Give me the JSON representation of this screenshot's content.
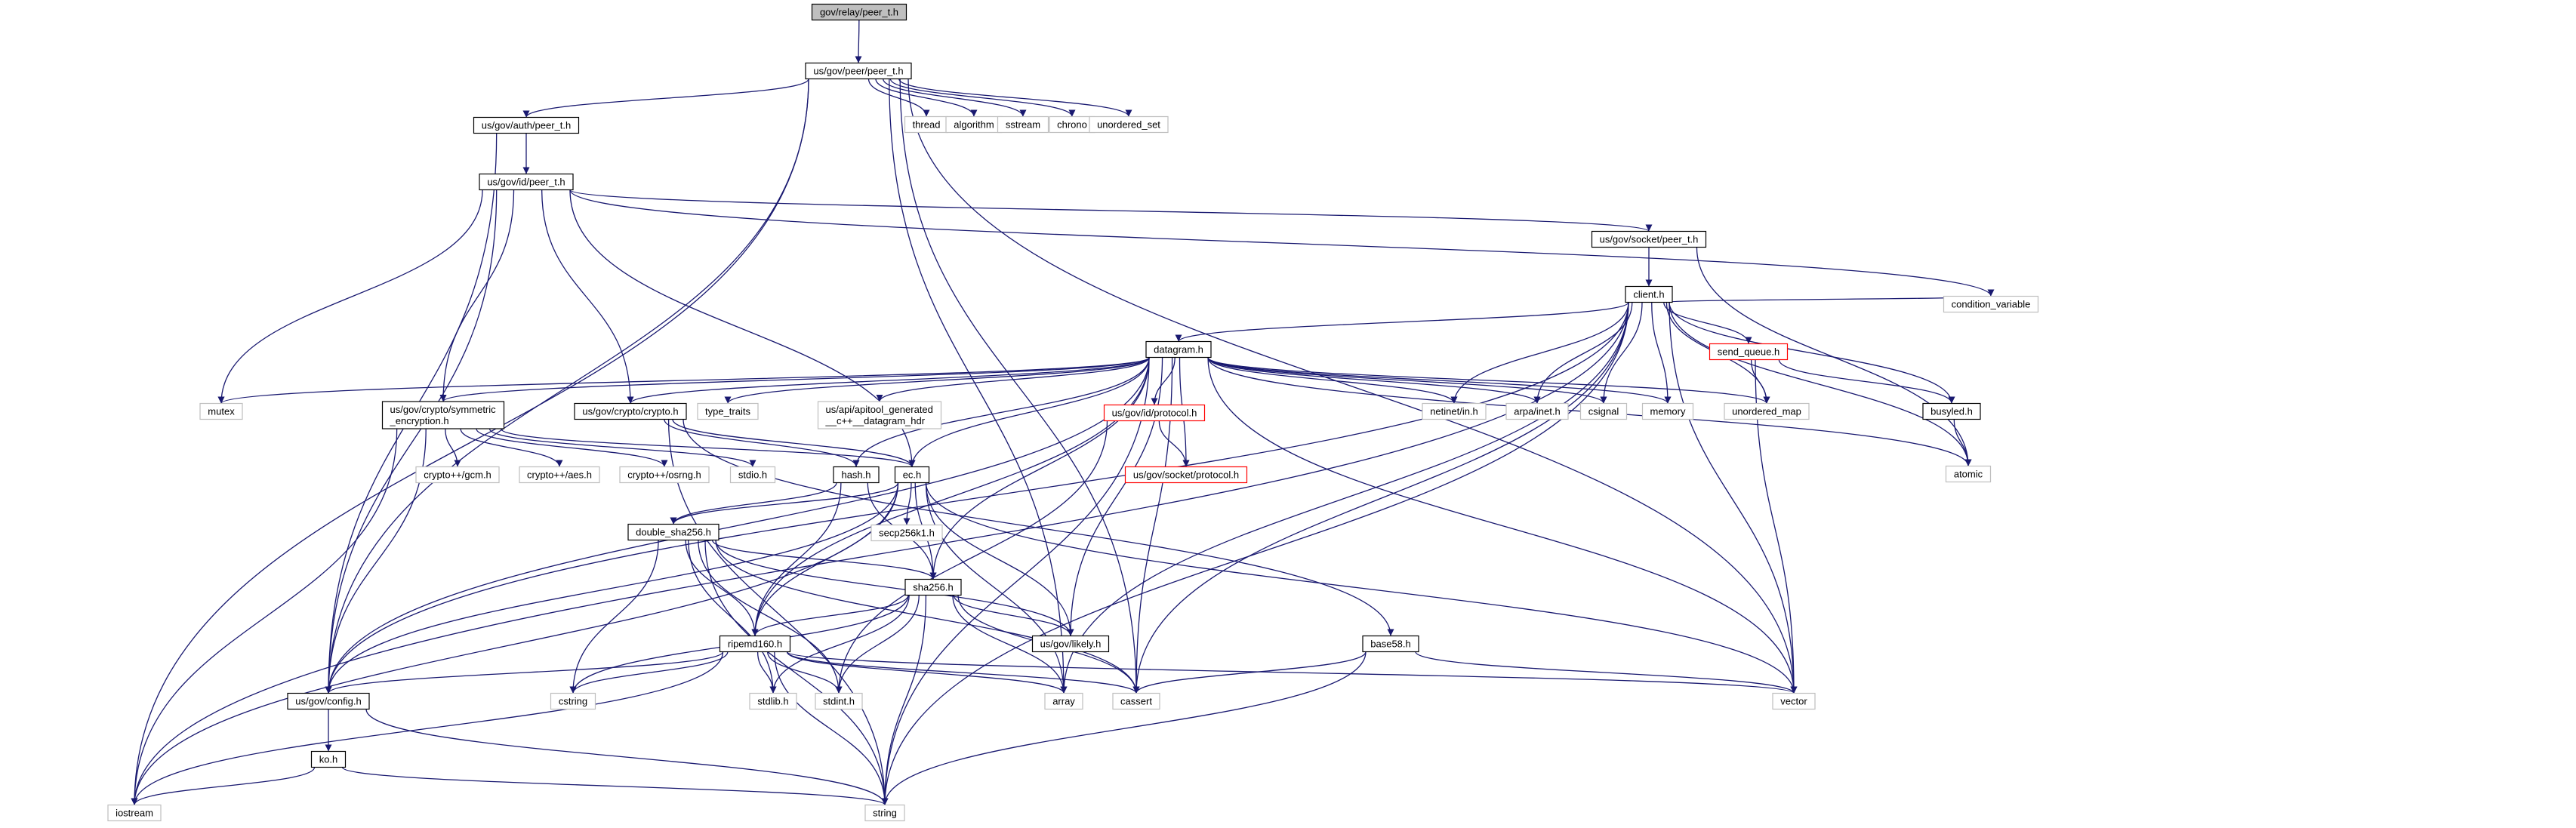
{
  "colors": {
    "edge": "#191970",
    "node_border": "#000000",
    "node_border_external": "#bfbfbf",
    "node_border_truncated": "#ff0000",
    "node_fill": "#ffffff",
    "root_fill": "#bfbfbf",
    "text": "#000000"
  },
  "nodes": [
    {
      "id": "root",
      "label": "gov/relay/peer_t.h",
      "kind": "root"
    },
    {
      "id": "peer",
      "label": "us/gov/peer/peer_t.h",
      "kind": "normal"
    },
    {
      "id": "thread",
      "label": "thread",
      "kind": "external"
    },
    {
      "id": "algorithm",
      "label": "algorithm",
      "kind": "external"
    },
    {
      "id": "sstream",
      "label": "sstream",
      "kind": "external"
    },
    {
      "id": "chrono",
      "label": "chrono",
      "kind": "external"
    },
    {
      "id": "unordered_set",
      "label": "unordered_set",
      "kind": "external"
    },
    {
      "id": "auth",
      "label": "us/gov/auth/peer_t.h",
      "kind": "normal"
    },
    {
      "id": "id",
      "label": "us/gov/id/peer_t.h",
      "kind": "normal"
    },
    {
      "id": "socket",
      "label": "us/gov/socket/peer_t.h",
      "kind": "normal"
    },
    {
      "id": "client",
      "label": "client.h",
      "kind": "normal"
    },
    {
      "id": "condvar",
      "label": "condition_variable",
      "kind": "external"
    },
    {
      "id": "datagram",
      "label": "datagram.h",
      "kind": "normal"
    },
    {
      "id": "send_queue",
      "label": "send_queue.h",
      "kind": "truncated"
    },
    {
      "id": "mutex",
      "label": "mutex",
      "kind": "external"
    },
    {
      "id": "symenc",
      "label": "us/gov/crypto/symmetric\n_encryption.h",
      "kind": "normal"
    },
    {
      "id": "crypto",
      "label": "us/gov/crypto/crypto.h",
      "kind": "normal"
    },
    {
      "id": "type_traits",
      "label": "type_traits",
      "kind": "external"
    },
    {
      "id": "apitool",
      "label": "us/api/apitool_generated\n__c++__datagram_hdr",
      "kind": "external"
    },
    {
      "id": "protocol_id",
      "label": "us/gov/id/protocol.h",
      "kind": "truncated"
    },
    {
      "id": "netinet",
      "label": "netinet/in.h",
      "kind": "external"
    },
    {
      "id": "arpa",
      "label": "arpa/inet.h",
      "kind": "external"
    },
    {
      "id": "csignal",
      "label": "csignal",
      "kind": "external"
    },
    {
      "id": "memory",
      "label": "memory",
      "kind": "external"
    },
    {
      "id": "unordered_map",
      "label": "unordered_map",
      "kind": "external"
    },
    {
      "id": "busyled",
      "label": "busyled.h",
      "kind": "normal"
    },
    {
      "id": "atomic",
      "label": "atomic",
      "kind": "external"
    },
    {
      "id": "gcm",
      "label": "crypto++/gcm.h",
      "kind": "external"
    },
    {
      "id": "aes",
      "label": "crypto++/aes.h",
      "kind": "external"
    },
    {
      "id": "osrng",
      "label": "crypto++/osrng.h",
      "kind": "external"
    },
    {
      "id": "stdio",
      "label": "stdio.h",
      "kind": "external"
    },
    {
      "id": "hash",
      "label": "hash.h",
      "kind": "normal"
    },
    {
      "id": "ec",
      "label": "ec.h",
      "kind": "normal"
    },
    {
      "id": "protocol_socket",
      "label": "us/gov/socket/protocol.h",
      "kind": "truncated"
    },
    {
      "id": "secp",
      "label": "secp256k1.h",
      "kind": "external"
    },
    {
      "id": "dsha",
      "label": "double_sha256.h",
      "kind": "normal"
    },
    {
      "id": "sha256",
      "label": "sha256.h",
      "kind": "normal"
    },
    {
      "id": "likely",
      "label": "us/gov/likely.h",
      "kind": "normal"
    },
    {
      "id": "ripemd",
      "label": "ripemd160.h",
      "kind": "normal"
    },
    {
      "id": "base58",
      "label": "base58.h",
      "kind": "normal"
    },
    {
      "id": "config",
      "label": "us/gov/config.h",
      "kind": "normal"
    },
    {
      "id": "cstring",
      "label": "cstring",
      "kind": "external"
    },
    {
      "id": "stdlib",
      "label": "stdlib.h",
      "kind": "external"
    },
    {
      "id": "stdint",
      "label": "stdint.h",
      "kind": "external"
    },
    {
      "id": "array",
      "label": "array",
      "kind": "external"
    },
    {
      "id": "cassert",
      "label": "cassert",
      "kind": "external"
    },
    {
      "id": "vector",
      "label": "vector",
      "kind": "external"
    },
    {
      "id": "ko",
      "label": "ko.h",
      "kind": "normal"
    },
    {
      "id": "iostream",
      "label": "iostream",
      "kind": "external"
    },
    {
      "id": "string",
      "label": "string",
      "kind": "external"
    }
  ],
  "edges": [
    [
      "root",
      "peer"
    ],
    [
      "peer",
      "thread"
    ],
    [
      "peer",
      "algorithm"
    ],
    [
      "peer",
      "sstream"
    ],
    [
      "peer",
      "chrono"
    ],
    [
      "peer",
      "unordered_set"
    ],
    [
      "peer",
      "auth"
    ],
    [
      "peer",
      "iostream"
    ],
    [
      "peer",
      "config"
    ],
    [
      "peer",
      "array"
    ],
    [
      "peer",
      "cassert"
    ],
    [
      "peer",
      "vector"
    ],
    [
      "auth",
      "id"
    ],
    [
      "auth",
      "config"
    ],
    [
      "id",
      "socket"
    ],
    [
      "id",
      "mutex"
    ],
    [
      "id",
      "symenc"
    ],
    [
      "id",
      "crypto"
    ],
    [
      "id",
      "config"
    ],
    [
      "id",
      "condvar"
    ],
    [
      "id",
      "ec"
    ],
    [
      "socket",
      "client"
    ],
    [
      "socket",
      "atomic"
    ],
    [
      "client",
      "datagram"
    ],
    [
      "client",
      "send_queue"
    ],
    [
      "client",
      "condvar"
    ],
    [
      "client",
      "busyled"
    ],
    [
      "client",
      "netinet"
    ],
    [
      "client",
      "arpa"
    ],
    [
      "client",
      "csignal"
    ],
    [
      "client",
      "memory"
    ],
    [
      "client",
      "unordered_map"
    ],
    [
      "client",
      "atomic"
    ],
    [
      "client",
      "iostream"
    ],
    [
      "client",
      "config"
    ],
    [
      "client",
      "vector"
    ],
    [
      "client",
      "string"
    ],
    [
      "client",
      "array"
    ],
    [
      "client",
      "cassert"
    ],
    [
      "datagram",
      "mutex"
    ],
    [
      "datagram",
      "symenc"
    ],
    [
      "datagram",
      "crypto"
    ],
    [
      "datagram",
      "type_traits"
    ],
    [
      "datagram",
      "apitool"
    ],
    [
      "datagram",
      "protocol_id"
    ],
    [
      "datagram",
      "protocol_socket"
    ],
    [
      "datagram",
      "netinet"
    ],
    [
      "datagram",
      "arpa"
    ],
    [
      "datagram",
      "csignal"
    ],
    [
      "datagram",
      "memory"
    ],
    [
      "datagram",
      "unordered_map"
    ],
    [
      "datagram",
      "atomic"
    ],
    [
      "datagram",
      "config"
    ],
    [
      "datagram",
      "ec"
    ],
    [
      "datagram",
      "sha256"
    ],
    [
      "datagram",
      "ripemd"
    ],
    [
      "datagram",
      "likely"
    ],
    [
      "datagram",
      "cassert"
    ],
    [
      "datagram",
      "vector"
    ],
    [
      "datagram",
      "string"
    ],
    [
      "datagram",
      "hash"
    ],
    [
      "send_queue",
      "unordered_map"
    ],
    [
      "send_queue",
      "busyled"
    ],
    [
      "send_queue",
      "vector"
    ],
    [
      "busyled",
      "atomic"
    ],
    [
      "protocol_id",
      "protocol_socket"
    ],
    [
      "protocol_id",
      "stdint"
    ],
    [
      "symenc",
      "gcm"
    ],
    [
      "symenc",
      "aes"
    ],
    [
      "symenc",
      "osrng"
    ],
    [
      "symenc",
      "stdio"
    ],
    [
      "symenc",
      "config"
    ],
    [
      "symenc",
      "iostream"
    ],
    [
      "symenc",
      "ec"
    ],
    [
      "crypto",
      "ec"
    ],
    [
      "crypto",
      "hash"
    ],
    [
      "crypto",
      "base58"
    ],
    [
      "crypto",
      "string"
    ],
    [
      "hash",
      "dsha"
    ],
    [
      "hash",
      "sha256"
    ],
    [
      "hash",
      "ripemd"
    ],
    [
      "ec",
      "secp"
    ],
    [
      "ec",
      "dsha"
    ],
    [
      "ec",
      "sha256"
    ],
    [
      "ec",
      "ripemd"
    ],
    [
      "ec",
      "likely"
    ],
    [
      "ec",
      "config"
    ],
    [
      "ec",
      "iostream"
    ],
    [
      "ec",
      "vector"
    ],
    [
      "ec",
      "array"
    ],
    [
      "dsha",
      "sha256"
    ],
    [
      "dsha",
      "ripemd"
    ],
    [
      "dsha",
      "likely"
    ],
    [
      "dsha",
      "cstring"
    ],
    [
      "dsha",
      "stdlib"
    ],
    [
      "dsha",
      "stdint"
    ],
    [
      "dsha",
      "string"
    ],
    [
      "dsha",
      "cassert"
    ],
    [
      "sha256",
      "ripemd"
    ],
    [
      "sha256",
      "likely"
    ],
    [
      "sha256",
      "cstring"
    ],
    [
      "sha256",
      "stdlib"
    ],
    [
      "sha256",
      "stdint"
    ],
    [
      "sha256",
      "array"
    ],
    [
      "sha256",
      "cassert"
    ],
    [
      "sha256",
      "string"
    ],
    [
      "ripemd",
      "config"
    ],
    [
      "ripemd",
      "cstring"
    ],
    [
      "ripemd",
      "stdlib"
    ],
    [
      "ripemd",
      "stdint"
    ],
    [
      "ripemd",
      "array"
    ],
    [
      "ripemd",
      "cassert"
    ],
    [
      "ripemd",
      "vector"
    ],
    [
      "ripemd",
      "string"
    ],
    [
      "ripemd",
      "iostream"
    ],
    [
      "base58",
      "cassert"
    ],
    [
      "base58",
      "vector"
    ],
    [
      "base58",
      "string"
    ],
    [
      "config",
      "ko"
    ],
    [
      "config",
      "string"
    ],
    [
      "ko",
      "iostream"
    ],
    [
      "ko",
      "string"
    ]
  ]
}
